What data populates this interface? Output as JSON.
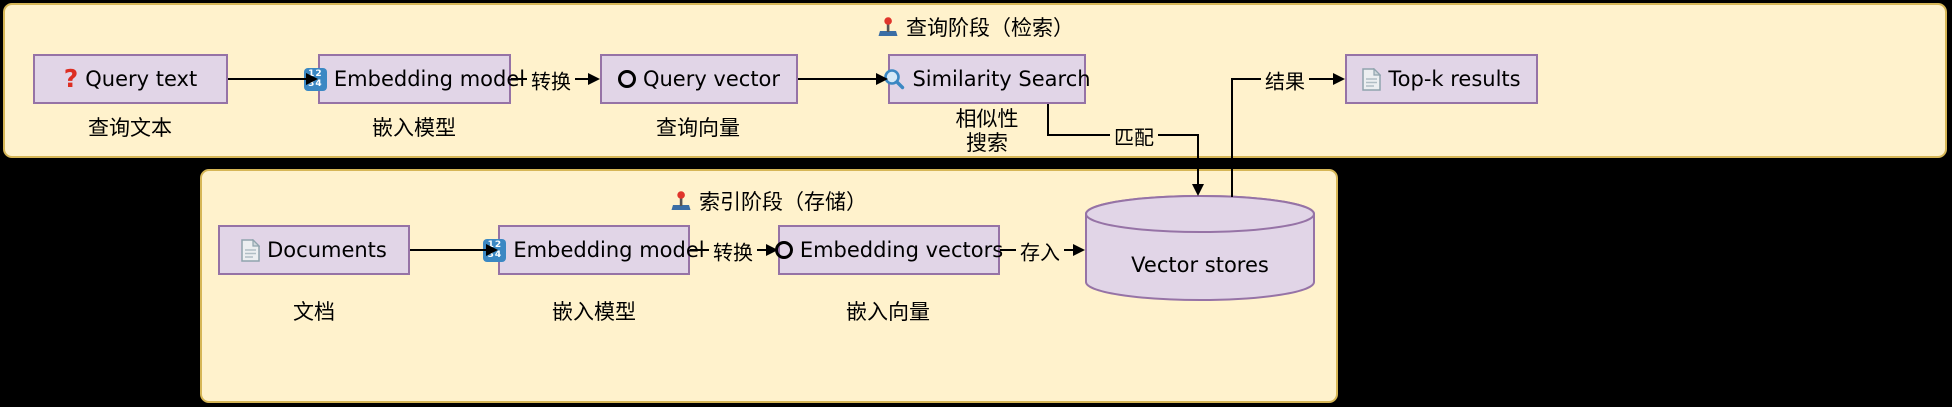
{
  "colors": {
    "background": "#000000",
    "panel_bg": "#FFF2CC",
    "panel_border": "#D6B656",
    "node_bg": "#E1D5E7",
    "node_border": "#9673A6",
    "arrow": "#000000"
  },
  "query_phase": {
    "icon": "phase-icon",
    "title": "查询阶段（检索）",
    "nodes": {
      "query_text": {
        "icon": "question-icon",
        "label": "Query text",
        "caption": "查询文本"
      },
      "embedding_model": {
        "icon": "numbers-icon",
        "label": "Embedding model",
        "caption": "嵌入模型"
      },
      "query_vector": {
        "icon": "circle-icon",
        "label": "Query vector",
        "caption": "查询向量"
      },
      "similarity_search": {
        "icon": "search-icon",
        "label": "Similarity Search",
        "caption_line1": "相似性",
        "caption_line2": "搜索"
      },
      "topk_results": {
        "icon": "document-icon",
        "label": "Top-k results"
      }
    },
    "edges": {
      "convert": "转换",
      "match": "匹配",
      "result": "结果"
    }
  },
  "index_phase": {
    "icon": "phase-icon",
    "title": "索引阶段（存储）",
    "nodes": {
      "documents": {
        "icon": "document-icon",
        "label": "Documents",
        "caption": "文档"
      },
      "embedding_model": {
        "icon": "numbers-icon",
        "label": "Embedding model",
        "caption": "嵌入模型"
      },
      "embedding_vectors": {
        "icon": "circle-icon",
        "label": "Embedding vectors",
        "caption": "嵌入向量"
      },
      "vector_stores": {
        "icon": "cylinder",
        "label": "Vector stores"
      }
    },
    "edges": {
      "convert": "转换",
      "store": "存入"
    }
  }
}
